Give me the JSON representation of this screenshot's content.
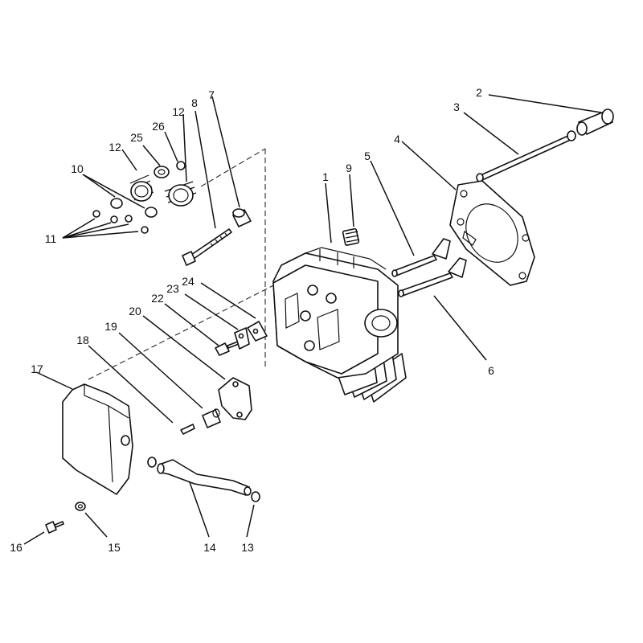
{
  "diagram": {
    "callouts": [
      {
        "id": "c1",
        "text": "1"
      },
      {
        "id": "c2",
        "text": "2"
      },
      {
        "id": "c3",
        "text": "3"
      },
      {
        "id": "c4",
        "text": "4"
      },
      {
        "id": "c5",
        "text": "5"
      },
      {
        "id": "c6",
        "text": "6"
      },
      {
        "id": "c7",
        "text": "7"
      },
      {
        "id": "c8",
        "text": "8"
      },
      {
        "id": "c9",
        "text": "9"
      },
      {
        "id": "c10",
        "text": "10"
      },
      {
        "id": "c11",
        "text": "11"
      },
      {
        "id": "c12a",
        "text": "12"
      },
      {
        "id": "c12b",
        "text": "12"
      },
      {
        "id": "c13",
        "text": "13"
      },
      {
        "id": "c14",
        "text": "14"
      },
      {
        "id": "c15",
        "text": "15"
      },
      {
        "id": "c16",
        "text": "16"
      },
      {
        "id": "c17",
        "text": "17"
      },
      {
        "id": "c18",
        "text": "18"
      },
      {
        "id": "c19",
        "text": "19"
      },
      {
        "id": "c20",
        "text": "20"
      },
      {
        "id": "c22",
        "text": "22"
      },
      {
        "id": "c23",
        "text": "23"
      },
      {
        "id": "c24",
        "text": "24"
      },
      {
        "id": "c25",
        "text": "25"
      },
      {
        "id": "c26",
        "text": "26"
      }
    ]
  }
}
